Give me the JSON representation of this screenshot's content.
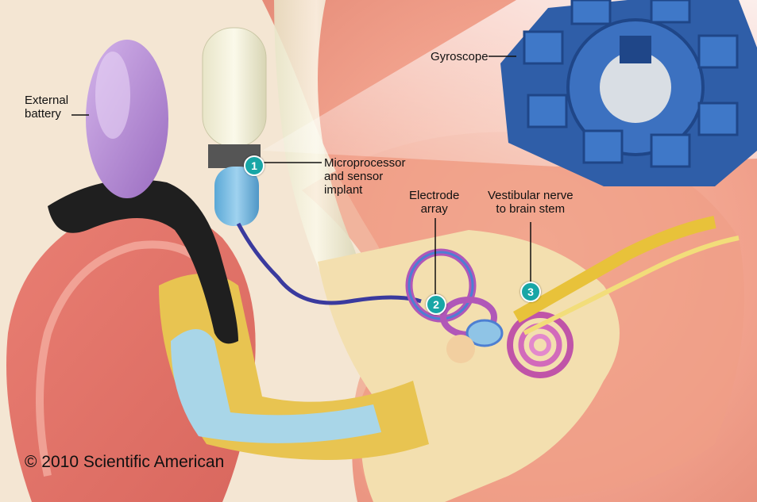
{
  "labels": {
    "external_battery": "External\nbattery",
    "gyroscope": "Gyroscope",
    "microprocessor": "Microprocessor\nand sensor\nimplant",
    "electrode_array": "Electrode\narray",
    "vestibular_nerve": "Vestibular nerve\nto brain stem"
  },
  "badges": {
    "one": "1",
    "two": "2",
    "three": "3"
  },
  "copyright": "© 2010 Scientific American",
  "colors": {
    "badge": "#18a6a6",
    "skin": "#f0a58f",
    "bone": "#f1dcae",
    "gyroscope": "#2f5ea8",
    "battery": "#b58ad3",
    "nerve": "#e8c23a",
    "wire": "#3a3a9e"
  }
}
